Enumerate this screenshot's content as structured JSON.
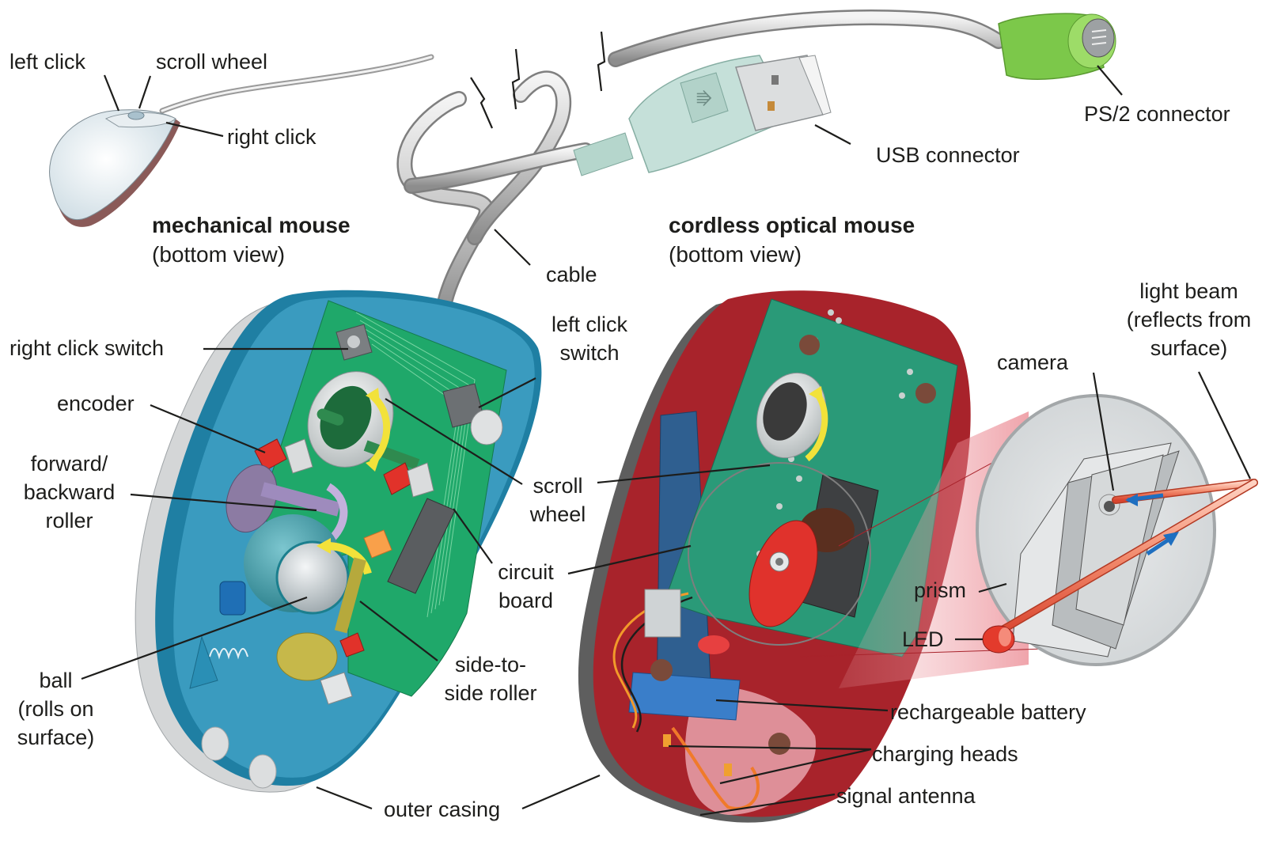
{
  "titles": {
    "mechanical": {
      "name": "mechanical mouse",
      "view": "(bottom view)"
    },
    "optical": {
      "name": "cordless optical mouse",
      "view": "(bottom view)"
    }
  },
  "labels": {
    "left_click": "left click",
    "scroll_wheel_top": "scroll wheel",
    "right_click": "right click",
    "ps2_connector": "PS/2 connector",
    "usb_connector": "USB connector",
    "cable": "cable",
    "right_click_switch": "right click switch",
    "left_click_switch": [
      "left click",
      "switch"
    ],
    "encoder": "encoder",
    "forward_backward_roller": [
      "forward/",
      "backward",
      "roller"
    ],
    "scroll_wheel_mid": [
      "scroll",
      "wheel"
    ],
    "circuit_board": [
      "circuit",
      "board"
    ],
    "ball": [
      "ball",
      "(rolls on",
      "surface)"
    ],
    "side_to_side_roller": [
      "side-to-",
      "side roller"
    ],
    "outer_casing": "outer casing",
    "light_beam": [
      "light beam",
      "(reflects from",
      "surface)"
    ],
    "camera": "camera",
    "prism": "prism",
    "led": "LED",
    "rechargeable_battery": "rechargeable battery",
    "charging_heads": "charging heads",
    "signal_antenna": "signal antenna"
  },
  "colors": {
    "mech_casing": "#3a9bbf",
    "mech_casing_dark": "#1f7fa3",
    "pcb_green": "#1fa86a",
    "opt_casing": "#a8232b",
    "opt_pcb": "#2a9a78",
    "ps2_green": "#7cc84a",
    "usb_tint": "#b9d8d0",
    "beam_red": "#f07a5a",
    "arrow_blue": "#1f6fc0",
    "arrow_yellow": "#f2e23a"
  }
}
